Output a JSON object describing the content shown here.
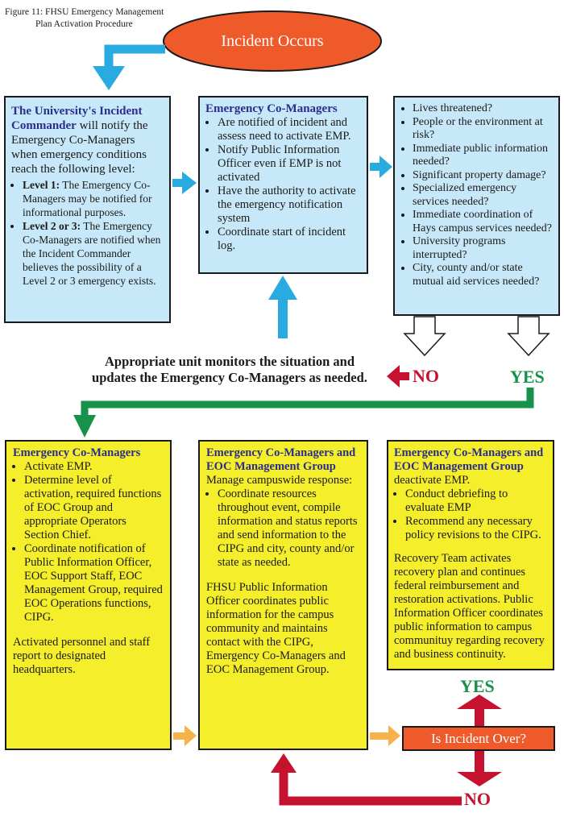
{
  "caption": {
    "line1": "Figure 11: FHSU Emergency Management",
    "line2": "Plan Activation Procedure"
  },
  "start": {
    "label": "Incident Occurs"
  },
  "box1": {
    "lead": "The University's Incident Commander",
    "rest": " will notify the Emergency Co-Managers when emergency conditions reach the following level:",
    "items": [
      {
        "term": "Level 1:",
        "text": " The Emergency Co-Managers may be notified for informational purposes."
      },
      {
        "term": "Level 2 or 3:",
        "text": " The Emergency Co-Managers are notified when the Incident Commander believes the possibility of a Level 2 or 3 emergency exists."
      }
    ]
  },
  "box2": {
    "title": "Emergency Co-Managers",
    "items": [
      "Are notified of incident and assess need to activate EMP.",
      "Notify Public Information Officer even if EMP is not activated",
      "Have the authority to activate the emergency notification system",
      "Coordinate start of incident log."
    ]
  },
  "box3": {
    "items": [
      "Lives threatened?",
      "People or the environment at risk?",
      "Immediate public information needed?",
      "Significant property damage?",
      "Specialized emergency services needed?",
      "Immediate coordination of Hays campus services needed?",
      "University programs interrupted?",
      "City, county and/or state mutual aid services needed?"
    ]
  },
  "monitor": {
    "line1": "Appropriate unit monitors the situation and",
    "line2": "updates the Emergency Co-Managers as needed."
  },
  "decisions": {
    "no": "NO",
    "yes": "YES",
    "question": "Is Incident Over?"
  },
  "box4": {
    "title": "Emergency Co-Managers",
    "items": [
      "Activate EMP.",
      "Determine level of activation, required functions of EOC Group and appropriate Operators Section Chief.",
      "Coordinate notification of Public Information Officer, EOC Support Staff, EOC Management Group, required EOC Operations functions, CIPG."
    ],
    "note": "Activated personnel and staff report to designated headquarters."
  },
  "box5": {
    "title": "Emergency Co-Managers and EOC Management Group",
    "title_suffix": " Manage campuswide response:",
    "items": [
      "Coordinate resources throughout event, compile information and status reports and send information to the CIPG and city, county and/or state as needed."
    ],
    "note": "FHSU Public Information Officer coordinates public information for the campus community and maintains contact with the CIPG, Emergency Co-Managers and EOC Management Group."
  },
  "box6": {
    "title": "Emergency Co-Managers and EOC Management Group",
    "title_suffix": " deactivate EMP.",
    "items": [
      "Conduct debriefing to evaluate EMP",
      "Recommend any necessary policy revisions to the CIPG."
    ],
    "note": "Recovery Team activates recovery plan and continues federal reimbursement and restoration activations. Public Information Officer coordinates public information to campus communituy regarding recovery and business continuity."
  },
  "colors": {
    "start_fill": "#ef5a2b",
    "blue_box": "#c7e8f8",
    "yellow_box": "#f5ee2a",
    "cyan_arrow": "#29abe2",
    "green_arrow": "#16924a",
    "red_arrow": "#c4122f",
    "orange_arrow": "#f7b24a",
    "heading_text": "#2b2d8c"
  }
}
